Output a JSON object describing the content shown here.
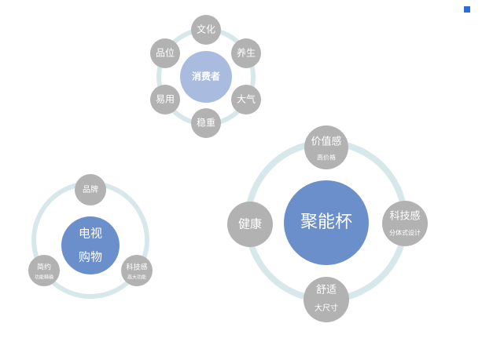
{
  "colors": {
    "ring": "#d7e8ea",
    "node_gray": "#b2b2b2",
    "center_light": "#a9bce0",
    "center_blue": "#6b8fcb",
    "center_text_dark": "#1a1a1a",
    "accent": "#2b6fd6"
  },
  "diagrams": [
    {
      "id": "consumer",
      "center": {
        "label": "消费者"
      },
      "nodes": [
        {
          "label": "文化"
        },
        {
          "label": "养生"
        },
        {
          "label": "大气"
        },
        {
          "label": "稳重"
        },
        {
          "label": "易用"
        },
        {
          "label": "品位"
        }
      ]
    },
    {
      "id": "tv-shopping",
      "center": {
        "line1": "电视",
        "line2": "购物"
      },
      "nodes": [
        {
          "label": "品牌",
          "sub": ""
        },
        {
          "label": "科技感",
          "sub": "高大功能"
        },
        {
          "label": "简约",
          "sub": "功能精确"
        }
      ]
    },
    {
      "id": "cup",
      "center": {
        "label": "聚能杯"
      },
      "nodes": [
        {
          "label": "价值感",
          "sub": "高价格"
        },
        {
          "label": "科技感",
          "sub": "分体式设计"
        },
        {
          "label": "舒适",
          "sub": "大尺寸"
        },
        {
          "label": "健康",
          "sub": ""
        }
      ]
    }
  ]
}
